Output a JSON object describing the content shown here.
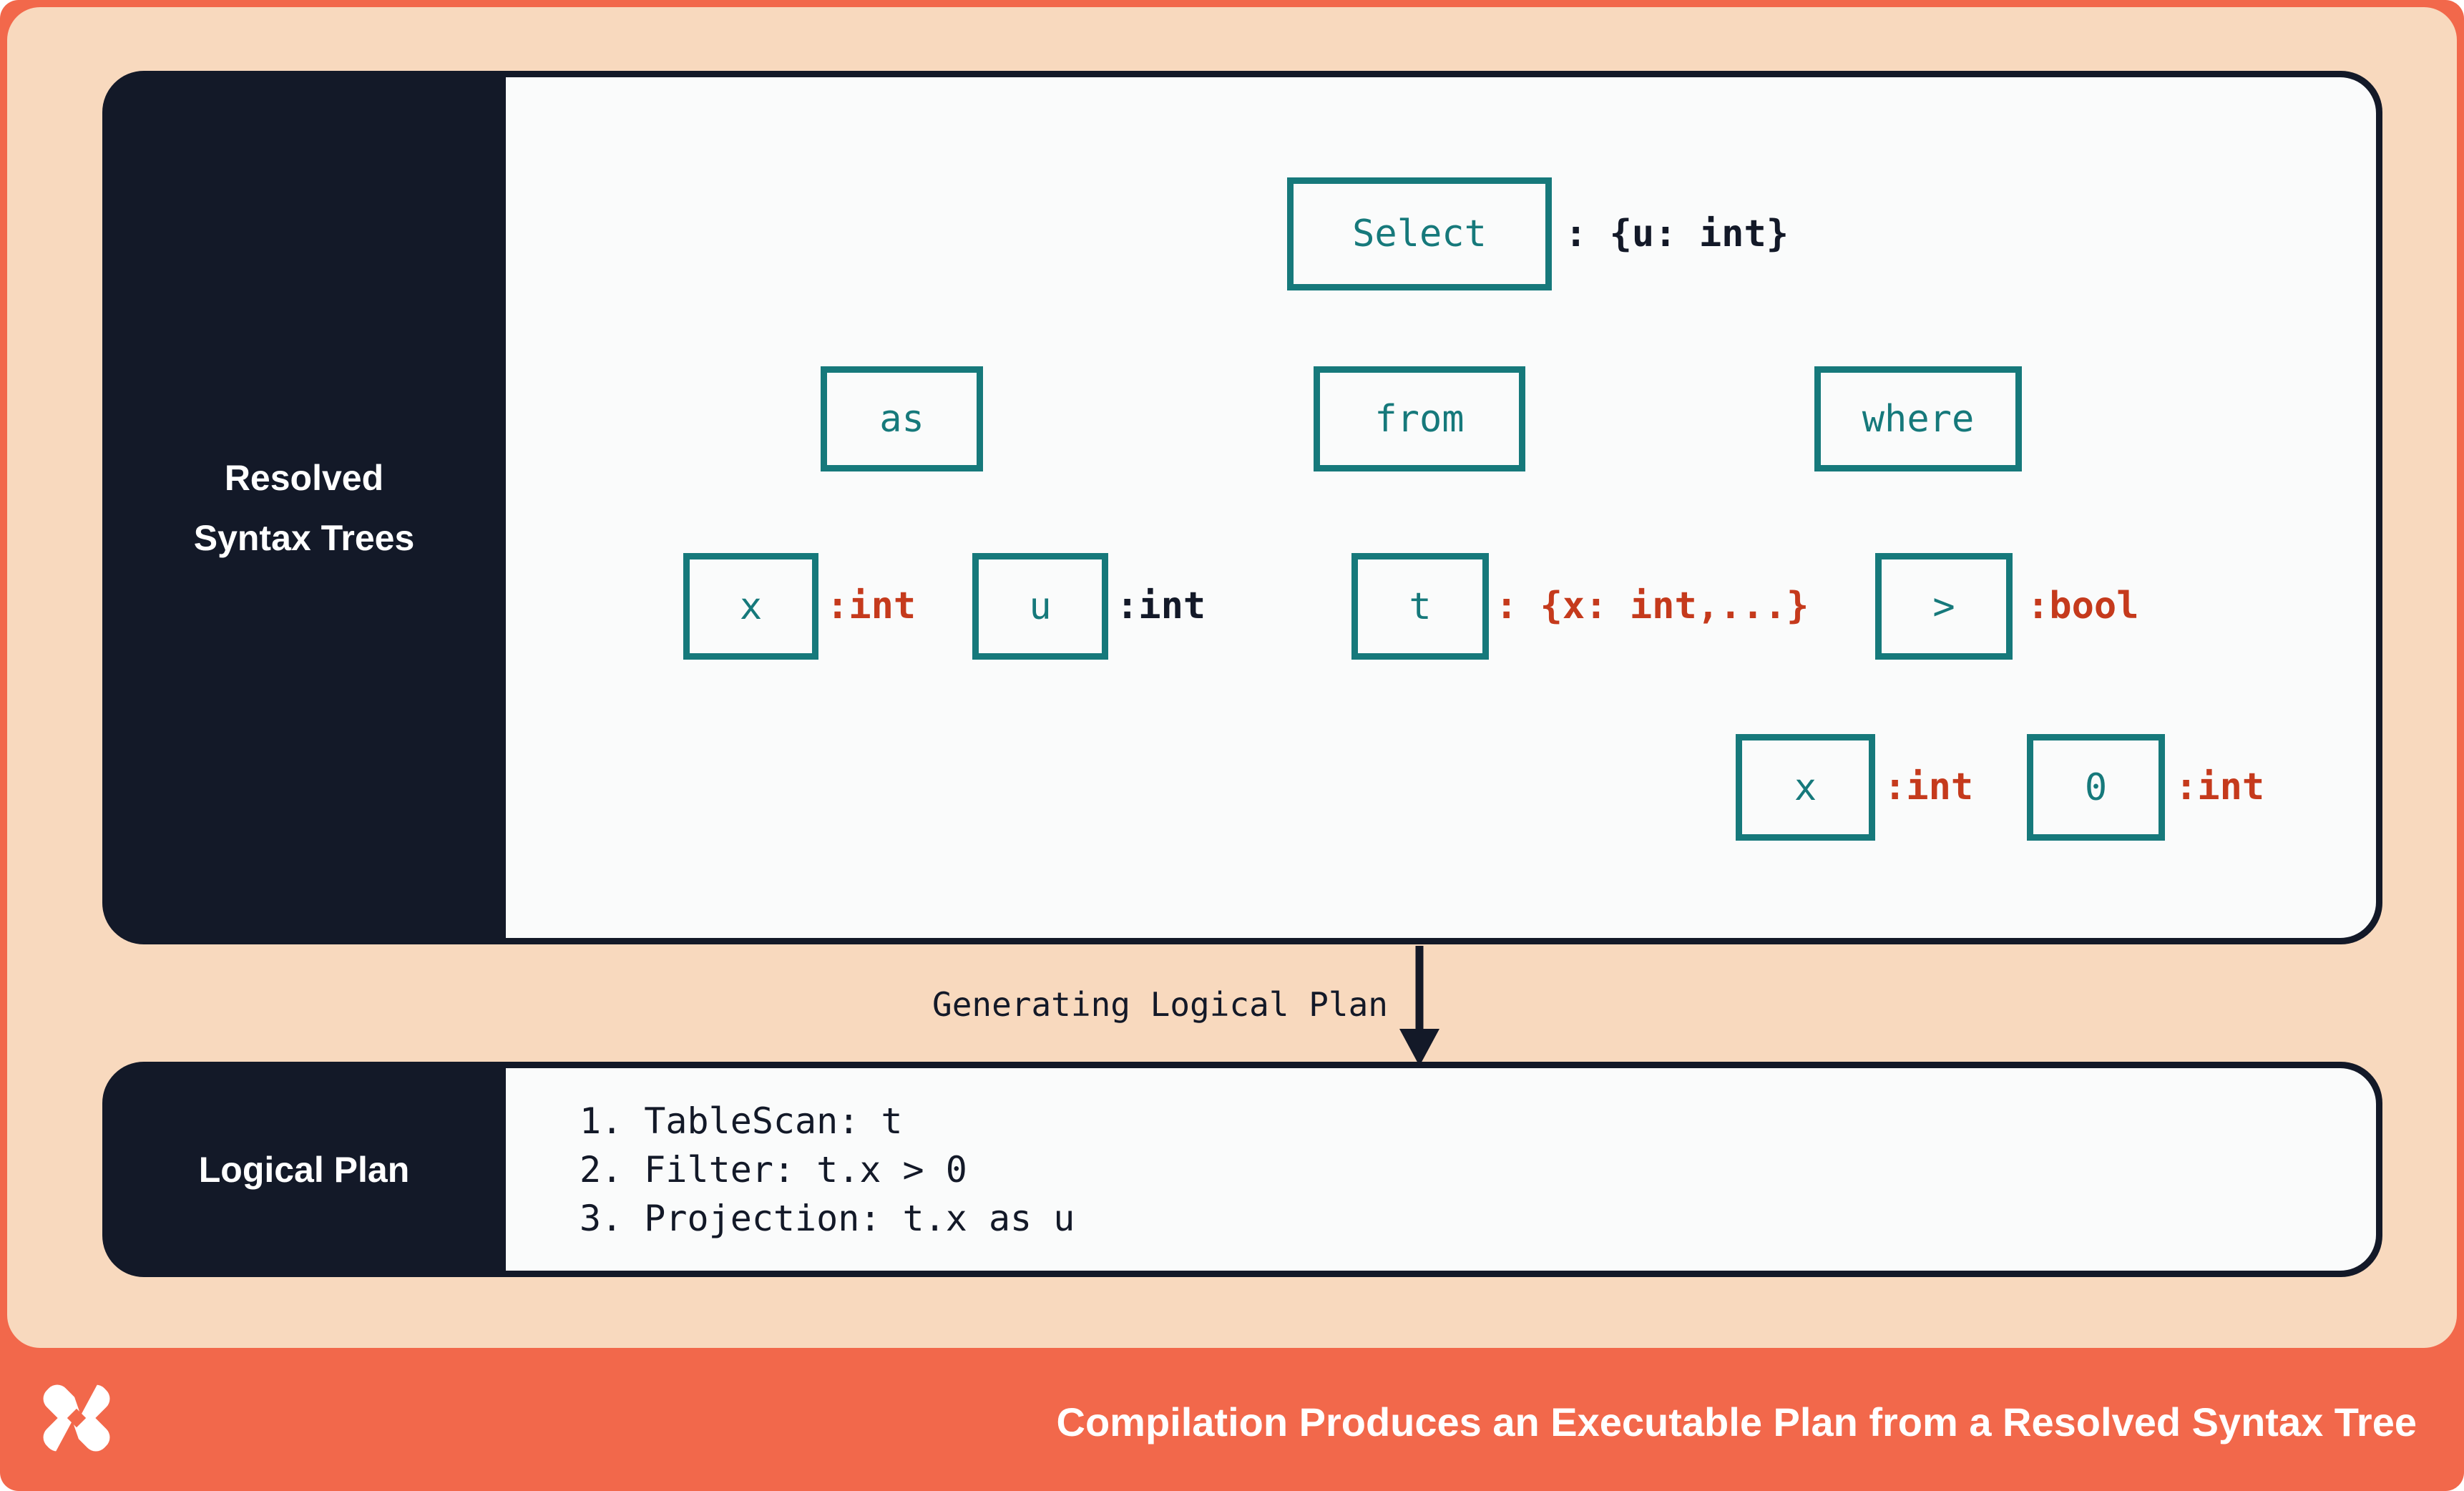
{
  "colors": {
    "orange": "#F2684B",
    "peach": "#F8D9BE",
    "navy": "#131928",
    "teal": "#16797B",
    "red": "#C53A1C",
    "card": "#FAFBFB"
  },
  "resolved_panel": {
    "title_line1": "Resolved",
    "title_line2": "Syntax Trees"
  },
  "tree": {
    "select": {
      "label": "Select",
      "type": ": {u: int}"
    },
    "as": {
      "label": "as"
    },
    "from": {
      "label": "from"
    },
    "where": {
      "label": "where"
    },
    "x1": {
      "label": "x",
      "type": ":int"
    },
    "u": {
      "label": "u",
      "type": ":int"
    },
    "t": {
      "label": "t",
      "type": ": {x: int,...}"
    },
    "gt": {
      "label": ">",
      "type": ":bool"
    },
    "x2": {
      "label": "x",
      "type": ":int"
    },
    "zero": {
      "label": "0",
      "type": ":int"
    }
  },
  "transition": {
    "label": "Generating Logical Plan"
  },
  "logical_panel": {
    "title": "Logical Plan",
    "steps": [
      "1. TableScan: t",
      "2. Filter: t.x > 0",
      "3. Projection: t.x as u"
    ]
  },
  "footer": {
    "logo_icon": "x-pinwheel-logo",
    "caption": "Compilation Produces an Executable Plan from a Resolved Syntax Tree"
  }
}
